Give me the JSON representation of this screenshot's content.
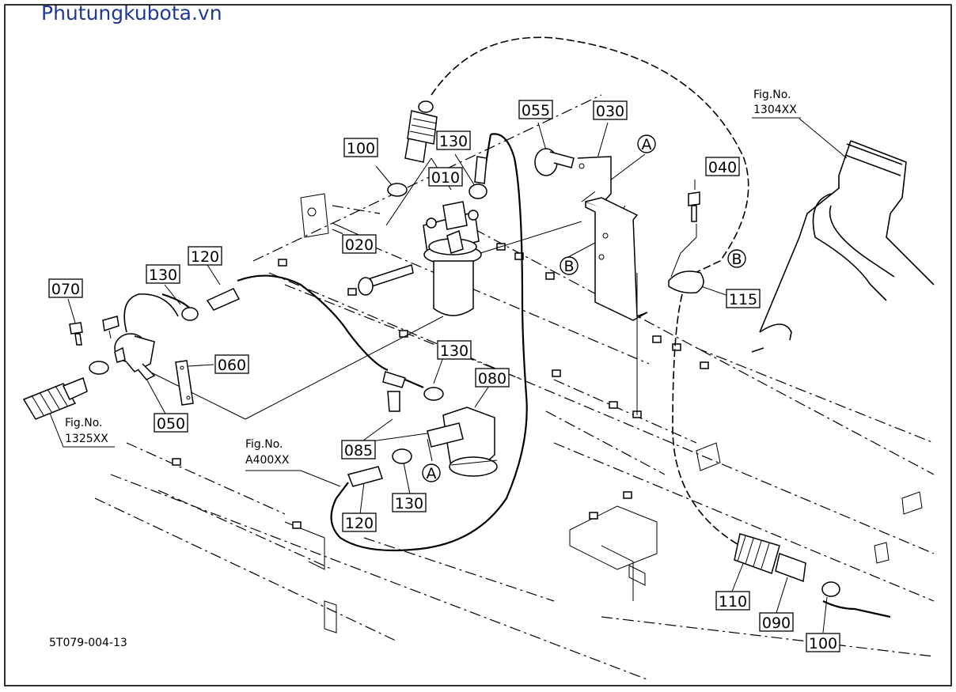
{
  "watermark": "Phutungkubota.vn",
  "drawing_code": "5T079-004-13",
  "parts": {
    "p010": "010",
    "p020": "020",
    "p030": "030",
    "p040": "040",
    "p050": "050",
    "p055": "055",
    "p060": "060",
    "p070": "070",
    "p080": "080",
    "p085": "085",
    "p090": "090",
    "p100a": "100",
    "p100b": "100",
    "p110": "110",
    "p115": "115",
    "p120a": "120",
    "p120b": "120",
    "p130a": "130",
    "p130b": "130",
    "p130c": "130",
    "p130d": "130"
  },
  "markers": {
    "a1": "A",
    "a2": "A",
    "b1": "B",
    "b2": "B"
  },
  "fig_refs": {
    "f1304": {
      "line1": "Fig.No.",
      "line2": "1304XX"
    },
    "f1325": {
      "line1": "Fig.No.",
      "line2": "1325XX"
    },
    "fa400": {
      "line1": "Fig.No.",
      "line2": "A400XX"
    }
  },
  "colors": {
    "watermark": "#1f3a93",
    "ink": "#000000"
  }
}
